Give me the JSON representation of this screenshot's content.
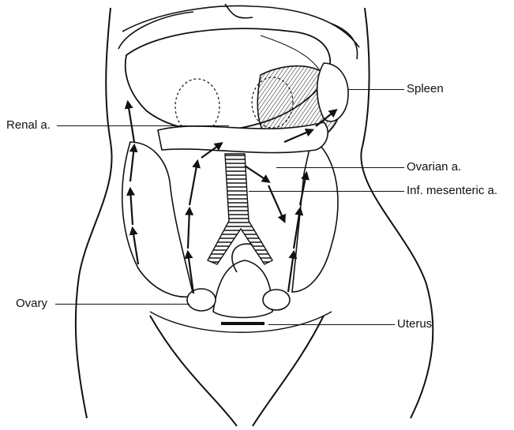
{
  "labels": {
    "spleen": "Spleen",
    "renal": "Renal a.",
    "ovarian": "Ovarian a.",
    "inf_mesenteric": "Inf. mesenteric a.",
    "ovary": "Ovary",
    "uterus": "Uterus"
  },
  "colors": {
    "ink": "#111111",
    "background": "#ffffff",
    "shade": "#3a3a3a"
  }
}
